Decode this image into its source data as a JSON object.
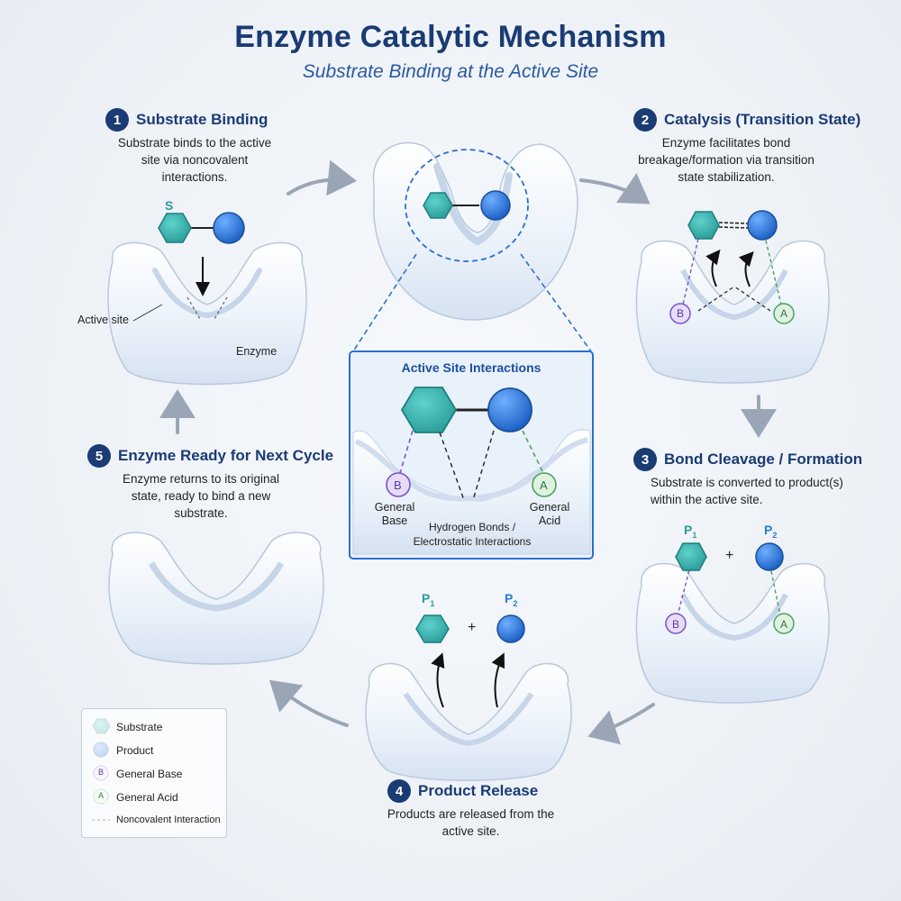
{
  "title": "Enzyme Catalytic Mechanism",
  "subtitle": "Substrate Binding at the Active Site",
  "steps": [
    {
      "number": "1",
      "title": "Substrate Binding",
      "description": "Substrate binds to the active site via noncovalent interactions."
    },
    {
      "number": "2",
      "title": "Catalysis (Transition State)",
      "description": "Enzyme facilitates bond breakage/formation via transition state stabilization."
    },
    {
      "number": "3",
      "title": "Bond Cleavage / Formation",
      "description": "Substrate is converted to product(s) within the active site."
    },
    {
      "number": "4",
      "title": "Product Release",
      "description": "Products are released from the active site."
    },
    {
      "number": "5",
      "title": "Enzyme Ready for Next Cycle",
      "description": "Enzyme returns to its original state, ready to bind a new substrate."
    }
  ],
  "labels": {
    "substrate_s": "S",
    "active_site": "Active site",
    "enzyme": "Enzyme",
    "base_letter": "B",
    "acid_letter": "A",
    "product1": "P",
    "product2": "P",
    "sub1": "1",
    "sub2": "2",
    "plus": "+"
  },
  "inset": {
    "title": "Active Site Interactions",
    "general_base": "General Base",
    "general_acid": "General Acid",
    "bonds": "Hydrogen Bonds / Electrostatic Interactions"
  },
  "legend": [
    {
      "icon": "hexagon",
      "label": "Substrate"
    },
    {
      "icon": "circle",
      "label": "Product"
    },
    {
      "icon": "B",
      "label": "General Base"
    },
    {
      "icon": "A",
      "label": "General Acid"
    },
    {
      "icon": "dashed",
      "label": "Noncovalent Interaction"
    }
  ],
  "colors": {
    "navy": "#1a3b73",
    "substrate": "#3fb8b4",
    "product": "#2f7fe0",
    "base": "#7a52c8",
    "acid": "#4aa35a",
    "arrow": "#9aa6b6"
  }
}
